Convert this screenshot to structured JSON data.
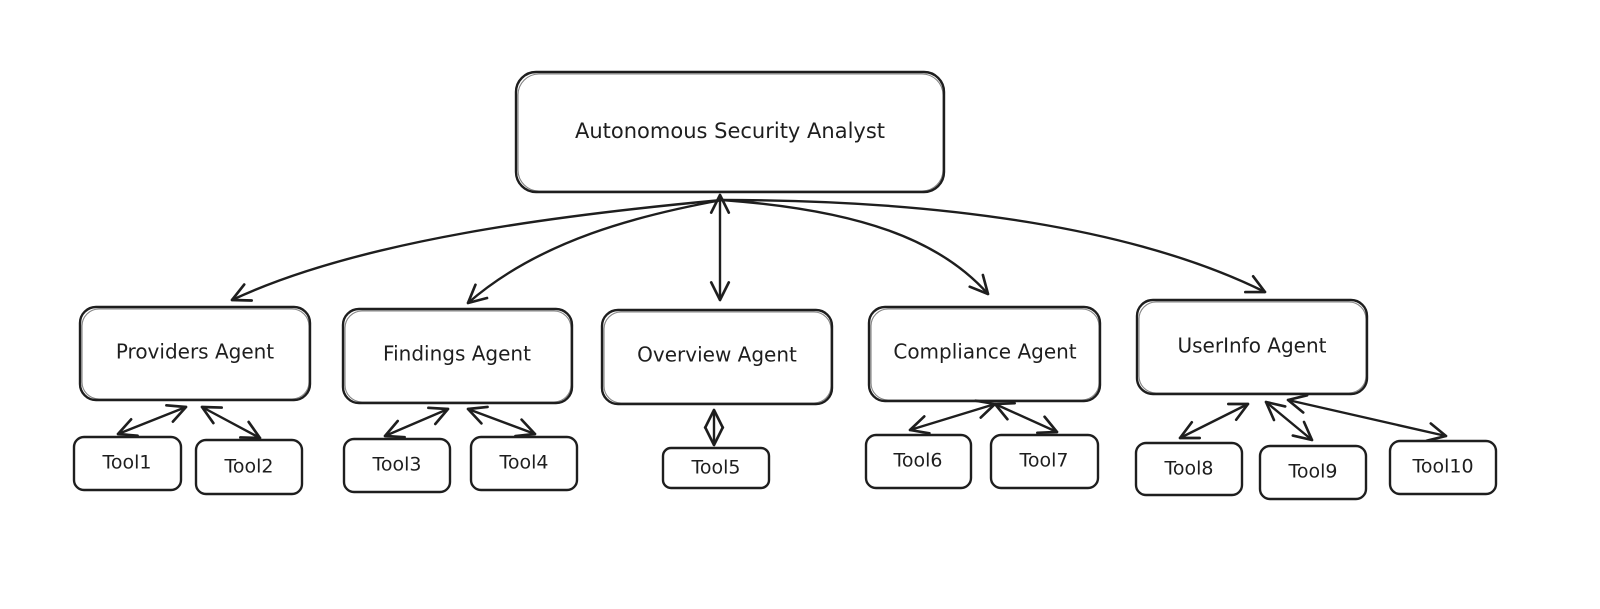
{
  "diagram": {
    "root": {
      "id": "analyst",
      "label": "Autonomous Security Analyst"
    },
    "agents": [
      {
        "id": "providers",
        "label": "Providers Agent"
      },
      {
        "id": "findings",
        "label": "Findings Agent"
      },
      {
        "id": "overview",
        "label": "Overview Agent"
      },
      {
        "id": "compliance",
        "label": "Compliance Agent"
      },
      {
        "id": "userinfo",
        "label": "UserInfo Agent"
      }
    ],
    "tools": [
      {
        "id": "tool1",
        "label": "Tool1",
        "agent": "providers"
      },
      {
        "id": "tool2",
        "label": "Tool2",
        "agent": "providers"
      },
      {
        "id": "tool3",
        "label": "Tool3",
        "agent": "findings"
      },
      {
        "id": "tool4",
        "label": "Tool4",
        "agent": "findings"
      },
      {
        "id": "tool5",
        "label": "Tool5",
        "agent": "overview"
      },
      {
        "id": "tool6",
        "label": "Tool6",
        "agent": "compliance"
      },
      {
        "id": "tool7",
        "label": "Tool7",
        "agent": "compliance"
      },
      {
        "id": "tool8",
        "label": "Tool8",
        "agent": "userinfo"
      },
      {
        "id": "tool9",
        "label": "Tool9",
        "agent": "userinfo"
      },
      {
        "id": "tool10",
        "label": "Tool10",
        "agent": "userinfo"
      }
    ],
    "edges": [
      {
        "from": "analyst",
        "to": "providers",
        "arrows": "end"
      },
      {
        "from": "analyst",
        "to": "findings",
        "arrows": "end"
      },
      {
        "from": "analyst",
        "to": "overview",
        "arrows": "both"
      },
      {
        "from": "analyst",
        "to": "compliance",
        "arrows": "end"
      },
      {
        "from": "analyst",
        "to": "userinfo",
        "arrows": "end"
      },
      {
        "from": "providers",
        "to": "tool1",
        "arrows": "both"
      },
      {
        "from": "providers",
        "to": "tool2",
        "arrows": "both"
      },
      {
        "from": "findings",
        "to": "tool3",
        "arrows": "both"
      },
      {
        "from": "findings",
        "to": "tool4",
        "arrows": "both"
      },
      {
        "from": "overview",
        "to": "tool5",
        "arrows": "both"
      },
      {
        "from": "compliance",
        "to": "tool6",
        "arrows": "both"
      },
      {
        "from": "compliance",
        "to": "tool7",
        "arrows": "both"
      },
      {
        "from": "userinfo",
        "to": "tool8",
        "arrows": "both"
      },
      {
        "from": "userinfo",
        "to": "tool9",
        "arrows": "both"
      },
      {
        "from": "userinfo",
        "to": "tool10",
        "arrows": "both"
      }
    ]
  },
  "colors": {
    "stroke": "#1e1e1e",
    "background": "#ffffff"
  }
}
